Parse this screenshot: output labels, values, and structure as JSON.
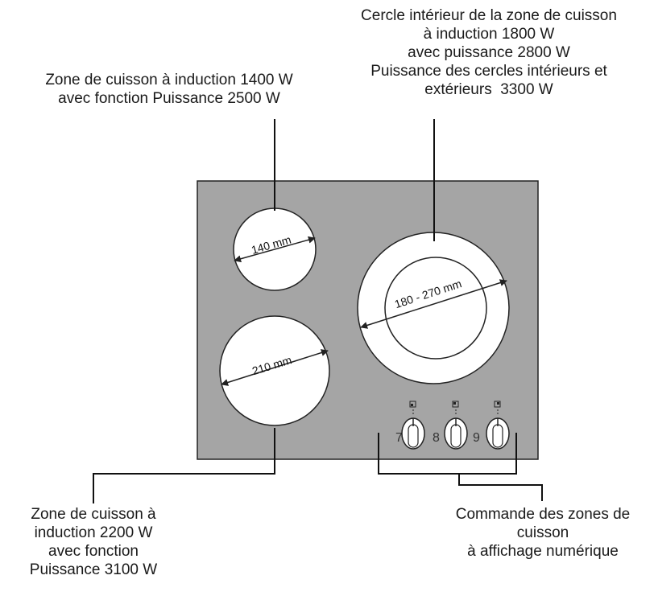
{
  "colors": {
    "hob": "#a5a5a5",
    "outline": "#222222",
    "zone_fill": "#ffffff"
  },
  "zones": {
    "small": {
      "dimension": "140 mm"
    },
    "large": {
      "dimension": "210 mm"
    },
    "dual": {
      "dimension": "180 - 270 mm"
    }
  },
  "knobs": [
    {
      "number": "7",
      "icon": "zone-position-bottom-left-icon"
    },
    {
      "number": "8",
      "icon": "zone-position-top-left-icon"
    },
    {
      "number": "9",
      "icon": "zone-position-top-right-icon"
    }
  ],
  "captions": {
    "top_left": [
      "Zone de cuisson à induction 1400 W",
      "avec fonction Puissance 2500 W"
    ],
    "top_right": [
      "Cercle intérieur de la zone de cuisson",
      "à induction 1800 W",
      "avec puissance 2800 W",
      "Puissance des cercles intérieurs et",
      "extérieurs  3300 W"
    ],
    "bottom_left": [
      "Zone de cuisson à",
      "induction 2200 W",
      "avec fonction",
      "Puissance 3100 W"
    ],
    "bottom_right": [
      "Commande des zones de",
      "cuisson",
      "à affichage numérique"
    ]
  }
}
